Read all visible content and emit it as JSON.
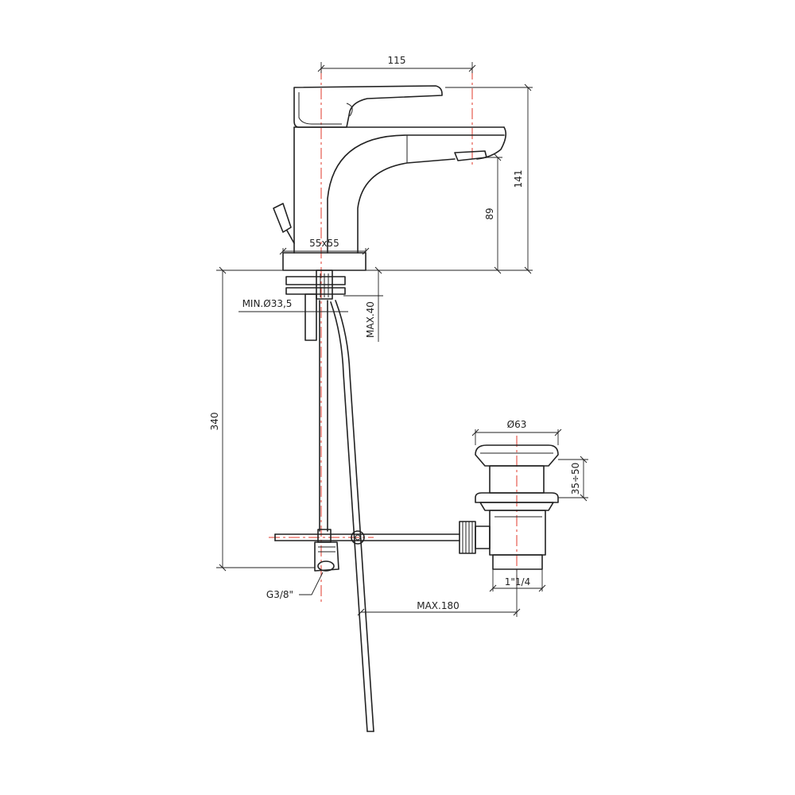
{
  "dimensions": {
    "spout_reach": "115",
    "total_height": "141",
    "spout_height": "89",
    "base_size": "55x55",
    "hole_diameter": "MIN.Ø33,5",
    "deck_thickness": "MAX.40",
    "hose_length": "340",
    "connection_thread": "G3/8\"",
    "waste_cap_diameter": "Ø63",
    "waste_height_range": "35÷50",
    "waste_thread": "1\"1/4",
    "rod_reach": "MAX.180"
  },
  "colors": {
    "lines": "#222222",
    "axis": "#e0392b"
  }
}
